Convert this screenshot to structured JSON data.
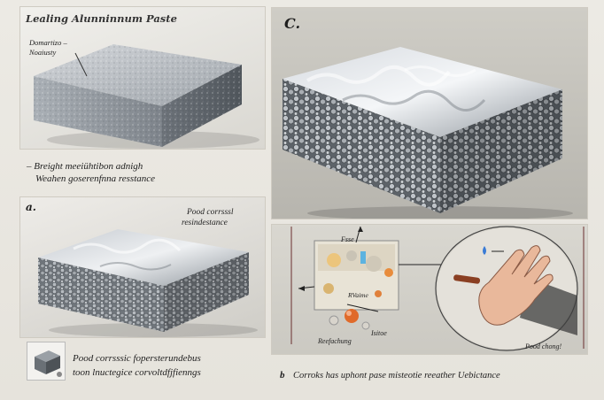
{
  "panel_top_left": {
    "title": "Lealing Alunninnum Paste",
    "callout_line1": "Domartizo –",
    "callout_line2": "Noaiusty",
    "caption_line1": "– Breight meeiühtibon adnigh",
    "caption_line2": "Weahen goserenfnna resstance"
  },
  "panel_mid_left": {
    "label": "a.",
    "callout_line1": "Pood corrsssl",
    "callout_line2": "resindestance",
    "caption_line1": "Pood corrsssic fopersterundebus",
    "caption_line2": "toon lnuctegice corvoltdfjfienngs"
  },
  "panel_right_top": {
    "label": "C."
  },
  "panel_right_bottom": {
    "label_top": "Fsse",
    "label_mid": "RVaime",
    "label_bottom_left": "Reefachung",
    "label_bottom_right": "Isitoe",
    "label_hand": "Pood chong!"
  },
  "caption_bottom": {
    "letter": "b",
    "text": "Corroks has uphont pase misteotie reeather Uebictance"
  },
  "colors": {
    "metal_light": "#c9ccd0",
    "metal_dark": "#6f757c",
    "panel_bg": "#b9b8b2",
    "accent_orange": "#e06a2a"
  }
}
